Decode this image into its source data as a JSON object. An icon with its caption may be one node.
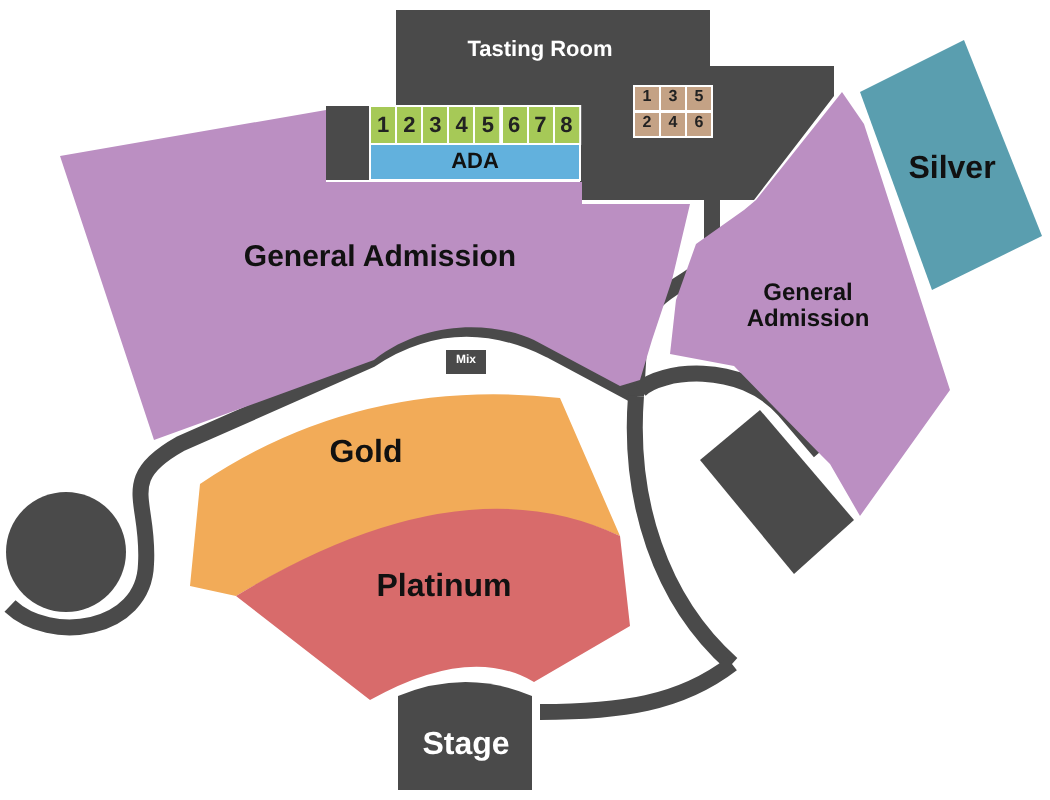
{
  "diagram": {
    "nodes": [
      {
        "text": [
          "Tasting Room"
        ]
      },
      {
        "text": [
          "1"
        ],
        "in": 0
      },
      {
        "text": [
          "3"
        ],
        "in": 0
      },
      {
        "text": [
          "5"
        ],
        "in": 0
      },
      {
        "text": [
          "2"
        ],
        "in": 0
      },
      {
        "text": [
          "4"
        ],
        "in": 0
      },
      {
        "text": [
          "6"
        ],
        "in": 0
      },
      {
        "text": [
          "Silver"
        ]
      },
      {
        "text": [],
        "shape": "box"
      },
      {
        "text": [
          "1"
        ]
      },
      {
        "text": [
          "2"
        ]
      },
      {
        "text": [
          "3"
        ]
      },
      {
        "text": [
          "4"
        ]
      },
      {
        "text": [
          "5"
        ]
      },
      {
        "text": [
          "6"
        ]
      },
      {
        "text": [
          "7"
        ]
      },
      {
        "text": [
          "8"
        ]
      },
      {
        "text": [
          "ADA"
        ]
      },
      {
        "text": [
          "General Admission"
        ]
      },
      {
        "text": [
          "General Admission"
        ]
      },
      {
        "text": [
          "Mix"
        ]
      },
      {
        "text": [
          "Gold"
        ]
      },
      {
        "text": [],
        "shape": "box"
      },
      {
        "text": [],
        "shape": "circle"
      },
      {
        "text": [
          "Platinum"
        ]
      },
      {
        "text": [
          "Stage"
        ]
      }
    ]
  }
}
